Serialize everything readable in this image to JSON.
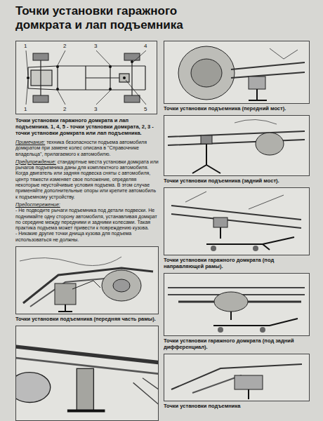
{
  "diagram": {
    "title": "Точки установки гаражного домкрата и лап подъемника",
    "labels": [
      "1",
      "2",
      "3",
      "4",
      "1",
      "2",
      "3",
      "5",
      "Точки установки гаражного домкрата и лап подъемника. 1, 4, 5 - точки установки домкрата, 2, 3 - точки установки домкрата или лап подъемника.",
      "Примечание:",
      "техника безопасности подъема автомобиля домкратом при замене колес описана в \"Справочнике владельца\", прилагаемого к автомобилю.",
      "Предупреждение:",
      "стандартные места установки домкрата или рычагов подъемника даны для комплектного автомобиля. Когда двигатель или задняя подвеска сняты с автомобиля, центр тяжести изменяет свое положение, определяя некоторые неустойчивые условия подъема. В этом случае применяйте дополнительные опоры или крепите автомобиль к подъемному устройству.",
      "Предостережение:",
      "- Не подводите рычаги подъемника под детали подвески. Не поднимайте одну сторону автомобиля, устанавливая домкрат по середине между передними и задними колесами. Такая практика подъема может привести к повреждению кузова.",
      "- Никакие другие точки днища кузова для подъема использоваться не должны.",
      "Точки установки подъемника (передняя часть рамы).",
      "Точки установки подъемника (передний мост).",
      "Точки установки подъемника (задний мост).",
      "Точки установки гаражного домкрата (под направляющей рамы).",
      "Точки установки гаражного домкрата (под задний дифференциал).",
      "Точки установки подъемника"
    ]
  }
}
